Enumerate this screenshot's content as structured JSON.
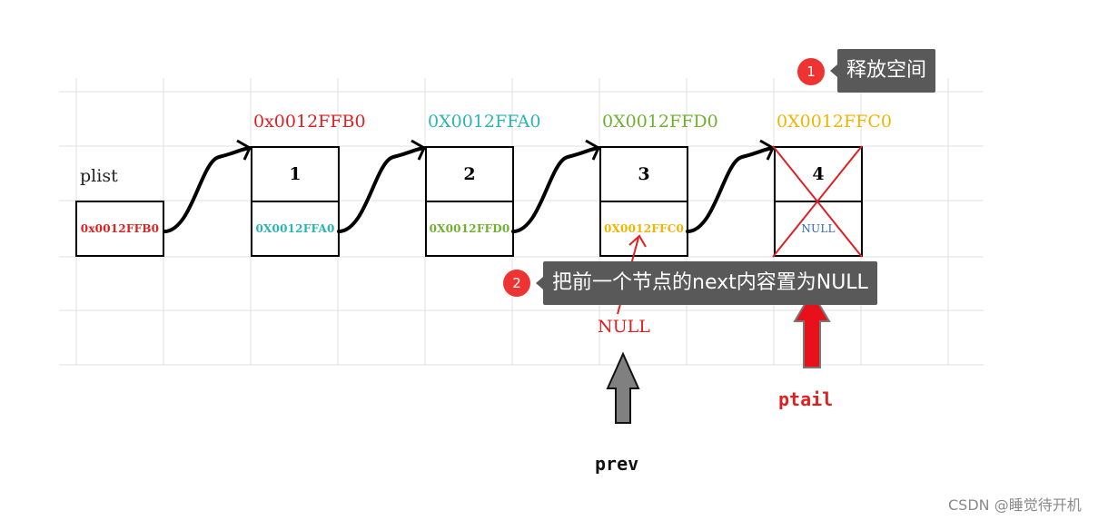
{
  "head_label": "plist",
  "head_value": "0x0012FFB0",
  "nodes": [
    {
      "address": "0x0012FFB0",
      "value": "1",
      "next": "0X0012FFA0",
      "color": "#e02020"
    },
    {
      "address": "0X0012FFA0",
      "value": "2",
      "next": "0X0012FFD0",
      "color": "#2bb5b0"
    },
    {
      "address": "0X0012FFD0",
      "value": "3",
      "next": "0X0012FFC0",
      "color": "#70b030"
    },
    {
      "address": "0X0012FFC0",
      "value": "4",
      "next": "NULL",
      "color": "#f0b400"
    }
  ],
  "colors": {
    "head_value": "#e02020",
    "null_text": "#3366bb",
    "cross": "#e02020",
    "red_arrow": "#e8101a",
    "gray_arrow": "#808080",
    "annotation": "#e02020"
  },
  "annotations": {
    "step1": {
      "badge": "1",
      "text": "释放空间"
    },
    "step2": {
      "badge": "2",
      "text": "把前一个节点的next内容置为NULL"
    },
    "null_note": "NULL"
  },
  "pointers": {
    "prev": "prev",
    "ptail": "ptail"
  },
  "watermark": "CSDN @睡觉待开机"
}
